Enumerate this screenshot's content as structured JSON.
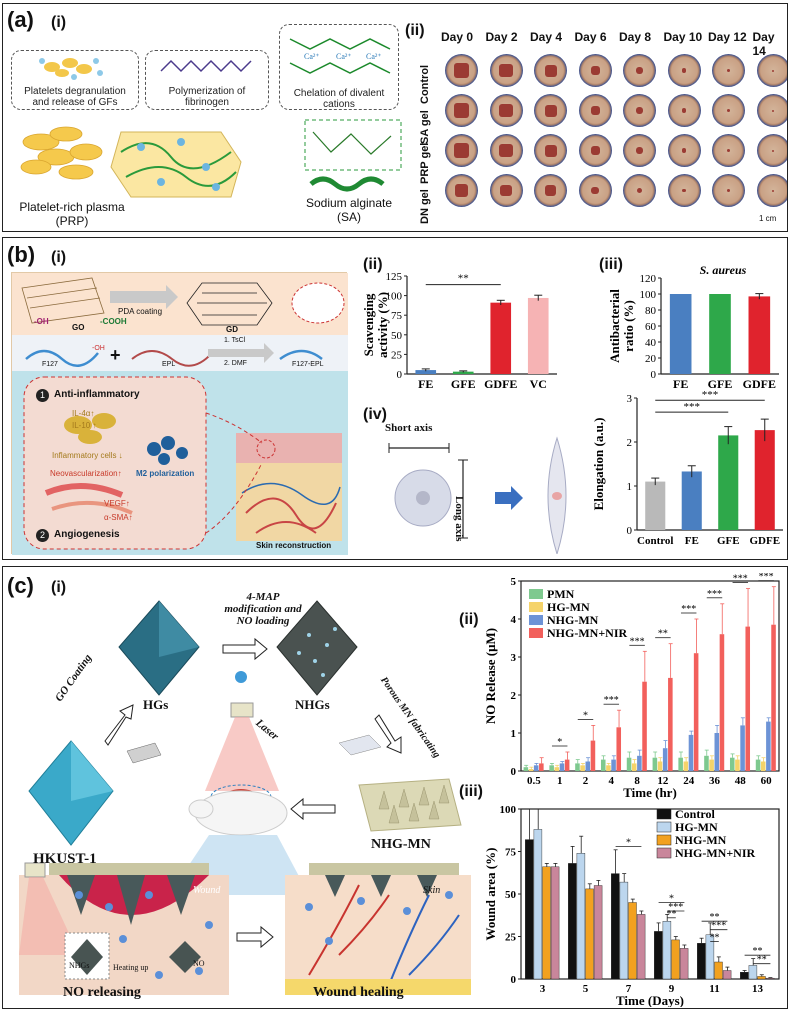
{
  "panel_a": {
    "label": "(a)",
    "sub_i": "(i)",
    "sub_ii": "(ii)",
    "box1": "Platelets degranulation and release of GFs",
    "box2": "Polymerization of fibrinogen",
    "box3": "Chelation of divalent cations",
    "prp_label": "Platelet-rich plasma (PRP)",
    "sa_label": "Sodium alginate (SA)",
    "days": [
      "Day 0",
      "Day 2",
      "Day 4",
      "Day 6",
      "Day 8",
      "Day 10",
      "Day 12",
      "Day 14"
    ],
    "rows": [
      "Control",
      "SA gel",
      "PRP gel",
      "DN gel"
    ],
    "scale": "1 cm",
    "wound_fraction_by_day": [
      1.0,
      0.9,
      0.8,
      0.6,
      0.45,
      0.3,
      0.2,
      0.12
    ]
  },
  "panel_b": {
    "label": "(b)",
    "sub_i": "(i)",
    "sub_ii": "(ii)",
    "sub_iii": "(iii)",
    "sub_iv": "(iv)",
    "scheme_labels": {
      "oh": "-OH",
      "go": "GO",
      "cooh": "-COOH",
      "pda": "PDA coating",
      "gd": "GD",
      "f127": "F127",
      "oh2": "-OH",
      "plus": "+",
      "epl": "EPL",
      "step1": "1. TsCl",
      "step2": "2. DMF",
      "f127epl": "F127-EPL",
      "anti": "Anti-inflammatory",
      "il4": "IL-4α↑",
      "il10": "IL-10 ↑",
      "infl": "Inflammatory cells ↓",
      "neo": "Neovascularization↑",
      "vegf": "VEGF↑",
      "sma": "α-SMA↑",
      "angio": "Angiogenesis",
      "m2": "M2 polarization",
      "skin": "Skin reconstruction",
      "n1": "1",
      "n2": "2"
    },
    "short_axis": "Short axis",
    "long_axis": "Long axis",
    "sig_ii": "**",
    "sig_iv_1": "***",
    "sig_iv_2": "***",
    "s_aureus": "S. aureus"
  },
  "panel_c": {
    "label": "(c)",
    "sub_i": "(i)",
    "sub_ii": "(ii)",
    "sub_iii": "(iii)",
    "scheme_labels": {
      "map": "4-MAP modification and NO loading",
      "hgs": "HGs",
      "nhgs": "NHGs",
      "go": "GO Coating",
      "porous": "Porous MN fabricating",
      "laser": "Laser",
      "hkust": "HKUST-1",
      "nhgmn": "NHG-MN",
      "wound": "Wound",
      "skin": "Skin",
      "nhgs_small": "NHGs",
      "heat": "Heating up",
      "no": "NO",
      "releasing": "NO releasing",
      "healing": "Wound healing"
    }
  },
  "chart_data": [
    {
      "type": "bar",
      "id": "b-ii",
      "categories": [
        "FE",
        "GFE",
        "GDFE",
        "VC"
      ],
      "values": [
        5,
        3,
        91,
        97
      ],
      "errors": [
        1.5,
        1,
        3,
        3.5
      ],
      "colors": [
        "#4a7fc1",
        "#2ea84a",
        "#e0232d",
        "#f6b3b4"
      ],
      "ylabel": "Scavenging activity (%)",
      "ylim": [
        0,
        125
      ],
      "yticks": [
        0,
        25,
        50,
        75,
        100,
        125
      ]
    },
    {
      "type": "bar",
      "id": "b-iii",
      "categories": [
        "FE",
        "GFE",
        "GDFE"
      ],
      "values": [
        100,
        100,
        97
      ],
      "errors": [
        0,
        0,
        3.5
      ],
      "colors": [
        "#4a7fc1",
        "#2ea84a",
        "#e0232d"
      ],
      "title": "S. aureus",
      "ylabel": "Antibacterial ratio (%)",
      "ylim": [
        0,
        120
      ],
      "yticks": [
        0,
        20,
        40,
        60,
        80,
        100,
        120
      ]
    },
    {
      "type": "bar",
      "id": "b-iv",
      "categories": [
        "Control",
        "FE",
        "GFE",
        "GDFE"
      ],
      "values": [
        1.1,
        1.33,
        2.15,
        2.27
      ],
      "errors": [
        0.08,
        0.13,
        0.2,
        0.25
      ],
      "colors": [
        "#b9b9b9",
        "#4a7fc1",
        "#2ea84a",
        "#e0232d"
      ],
      "ylabel": "Elongation (a.u.)",
      "ylim": [
        0,
        3
      ],
      "yticks": [
        0,
        1,
        2,
        3
      ]
    },
    {
      "type": "bar",
      "id": "c-ii",
      "categories": [
        "0.5",
        "1",
        "2",
        "4",
        "8",
        "12",
        "24",
        "36",
        "48",
        "60"
      ],
      "series": [
        {
          "name": "PMN",
          "color": "#7ec98f",
          "values": [
            0.1,
            0.15,
            0.2,
            0.3,
            0.35,
            0.35,
            0.35,
            0.4,
            0.35,
            0.3
          ],
          "errors": [
            0.05,
            0.05,
            0.1,
            0.1,
            0.15,
            0.15,
            0.15,
            0.15,
            0.1,
            0.1
          ]
        },
        {
          "name": "HG-MN",
          "color": "#f5d36a",
          "values": [
            0.05,
            0.1,
            0.15,
            0.15,
            0.2,
            0.25,
            0.25,
            0.3,
            0.3,
            0.25
          ],
          "errors": [
            0.05,
            0.05,
            0.05,
            0.05,
            0.1,
            0.1,
            0.1,
            0.1,
            0.1,
            0.1
          ]
        },
        {
          "name": "NHG-MN",
          "color": "#6d93d6",
          "values": [
            0.15,
            0.2,
            0.25,
            0.3,
            0.4,
            0.6,
            0.95,
            1.0,
            1.2,
            1.3
          ],
          "errors": [
            0.05,
            0.05,
            0.1,
            0.1,
            0.15,
            0.2,
            0.1,
            0.2,
            0.2,
            0.1
          ]
        },
        {
          "name": "NHG-MN+NIR",
          "color": "#f2605c",
          "values": [
            0.2,
            0.3,
            0.8,
            1.15,
            2.35,
            2.45,
            3.1,
            3.6,
            3.8,
            3.85
          ],
          "errors": [
            0.15,
            0.2,
            0.4,
            0.45,
            0.8,
            0.9,
            0.9,
            0.8,
            1.0,
            1.0
          ]
        }
      ],
      "xlabel": "Time (hr)",
      "ylabel": "NO Release (μM)",
      "ylim": [
        0,
        5
      ],
      "yticks": [
        0,
        1,
        2,
        3,
        4,
        5
      ],
      "sig": [
        "*",
        "*",
        "***",
        "***",
        "**",
        "***",
        "***",
        "***",
        "***"
      ]
    },
    {
      "type": "bar",
      "id": "c-iii",
      "categories": [
        "3",
        "5",
        "7",
        "9",
        "11",
        "13"
      ],
      "series": [
        {
          "name": "Control",
          "color": "#111111",
          "values": [
            82,
            68,
            62,
            28,
            21,
            4
          ],
          "errors": [
            18,
            10,
            14,
            5,
            3,
            1
          ]
        },
        {
          "name": "HG-MN",
          "color": "#bcd6ee",
          "values": [
            88,
            74,
            57,
            34,
            26,
            8
          ],
          "errors": [
            12,
            10,
            5,
            4,
            7,
            4
          ]
        },
        {
          "name": "NHG-MN",
          "color": "#f2a11f",
          "values": [
            66,
            53,
            45,
            23,
            10,
            1.5
          ],
          "errors": [
            2,
            3,
            2,
            2,
            3,
            1
          ]
        },
        {
          "name": "NHG-MN+NIR",
          "color": "#c9869b",
          "values": [
            66,
            55,
            38,
            18,
            5,
            0.5
          ],
          "errors": [
            2,
            3,
            2,
            2,
            2,
            0.3
          ]
        }
      ],
      "xlabel": "Time (Days)",
      "ylabel": "Wound area (%)",
      "ylim": [
        0,
        100
      ],
      "yticks": [
        0,
        25,
        50,
        75,
        100
      ],
      "sig_labels": [
        "*",
        "*",
        "***",
        "**",
        "**",
        "***",
        "**",
        "**",
        "**",
        "*"
      ]
    }
  ]
}
